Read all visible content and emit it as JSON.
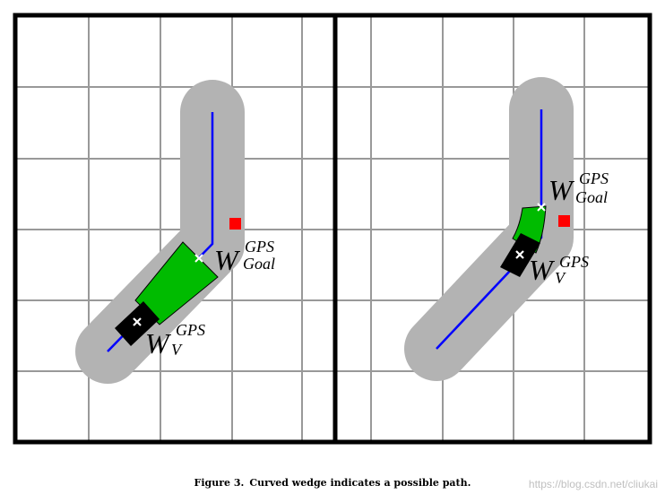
{
  "figure": {
    "panels": [
      {
        "label_goal": {
          "main": "W",
          "sup": "GPS",
          "sub": "Goal"
        },
        "label_vehicle": {
          "main": "W",
          "sup": "GPS",
          "sub": "V"
        }
      },
      {
        "label_goal": {
          "main": "W",
          "sup": "GPS",
          "sub": "Goal"
        },
        "label_vehicle": {
          "main": "W",
          "sup": "GPS",
          "sub": "V"
        }
      }
    ],
    "colors": {
      "corridor": "#b3b3b3",
      "path": "#0000ff",
      "wedge": "#00bb00",
      "vehicle": "#000000",
      "target": "#ff0000",
      "grid": "#999999",
      "frame": "#000000"
    }
  },
  "caption": {
    "figure_number": "Figure 3.",
    "text": "Curved wedge indicates a possible path."
  },
  "watermark": "https://blog.csdn.net/cliukai"
}
